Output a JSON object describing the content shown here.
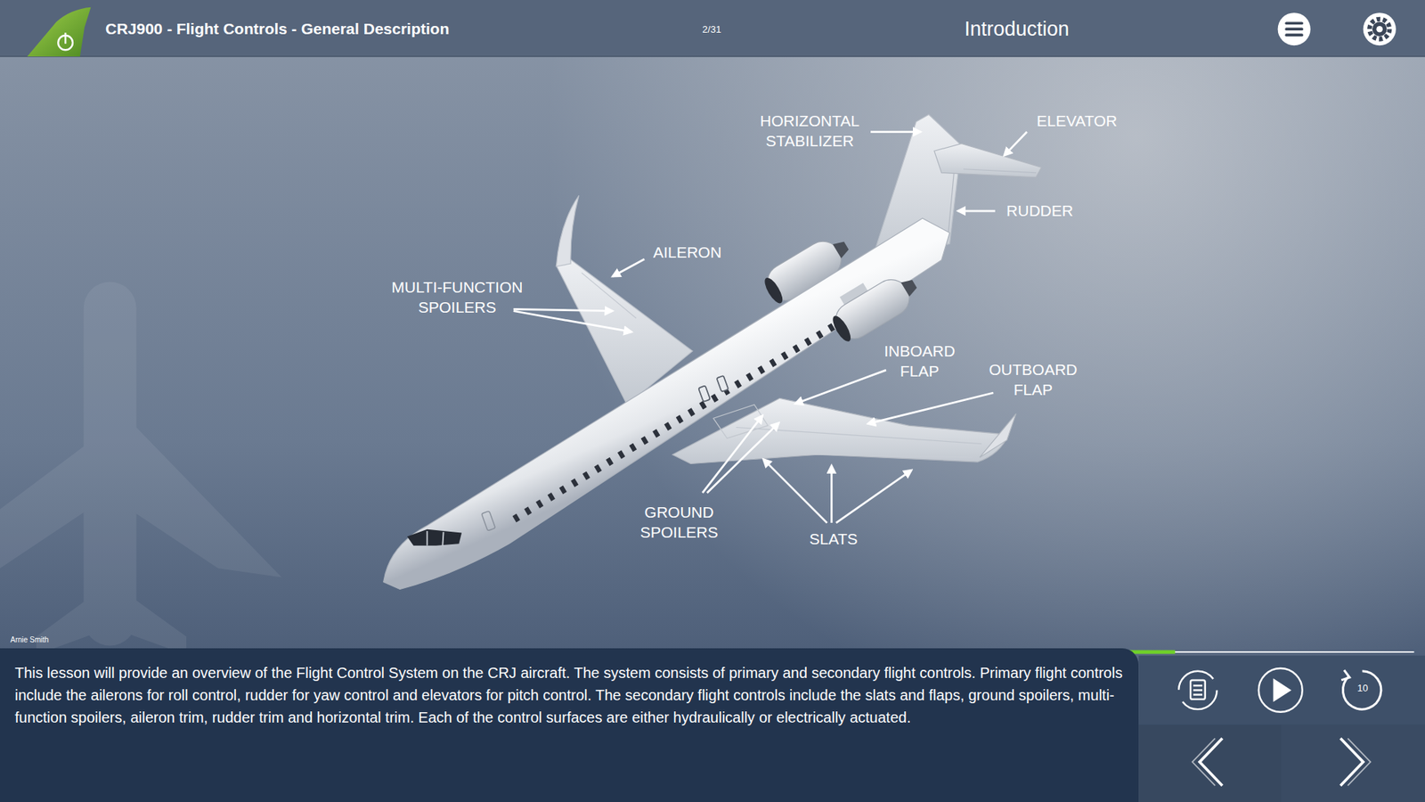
{
  "diagram": {
    "title": "CRJ900 - Flight Controls - General Description",
    "nodes": [
      {
        "text": [
          "This lesson will provide an overview of the Flight Control System on the CRJ aircraft. The system consists of primary and secondary flight controls. Primary flight controls include the ailerons for roll control, rudder for yaw control and elevators for pitch control. The secondary flight controls include the slats and flaps, ground spoilers, multi-function spoilers, aileron trim, rudder trim and horizontal trim. Each of the control surfaces are either hydraulically or electrically actuated."
        ]
      }
    ],
    "labels": [
      "2/31",
      "Introduction",
      "HORIZONTAL STABILIZER",
      "ELEVATOR",
      "RUDDER",
      "AILERON",
      "MULTI-FUNCTION SPOILERS",
      "INBOARD FLAP",
      "OUTBOARD FLAP",
      "GROUND SPOILERS",
      "SLATS",
      "Arnie Smith",
      "10"
    ]
  }
}
